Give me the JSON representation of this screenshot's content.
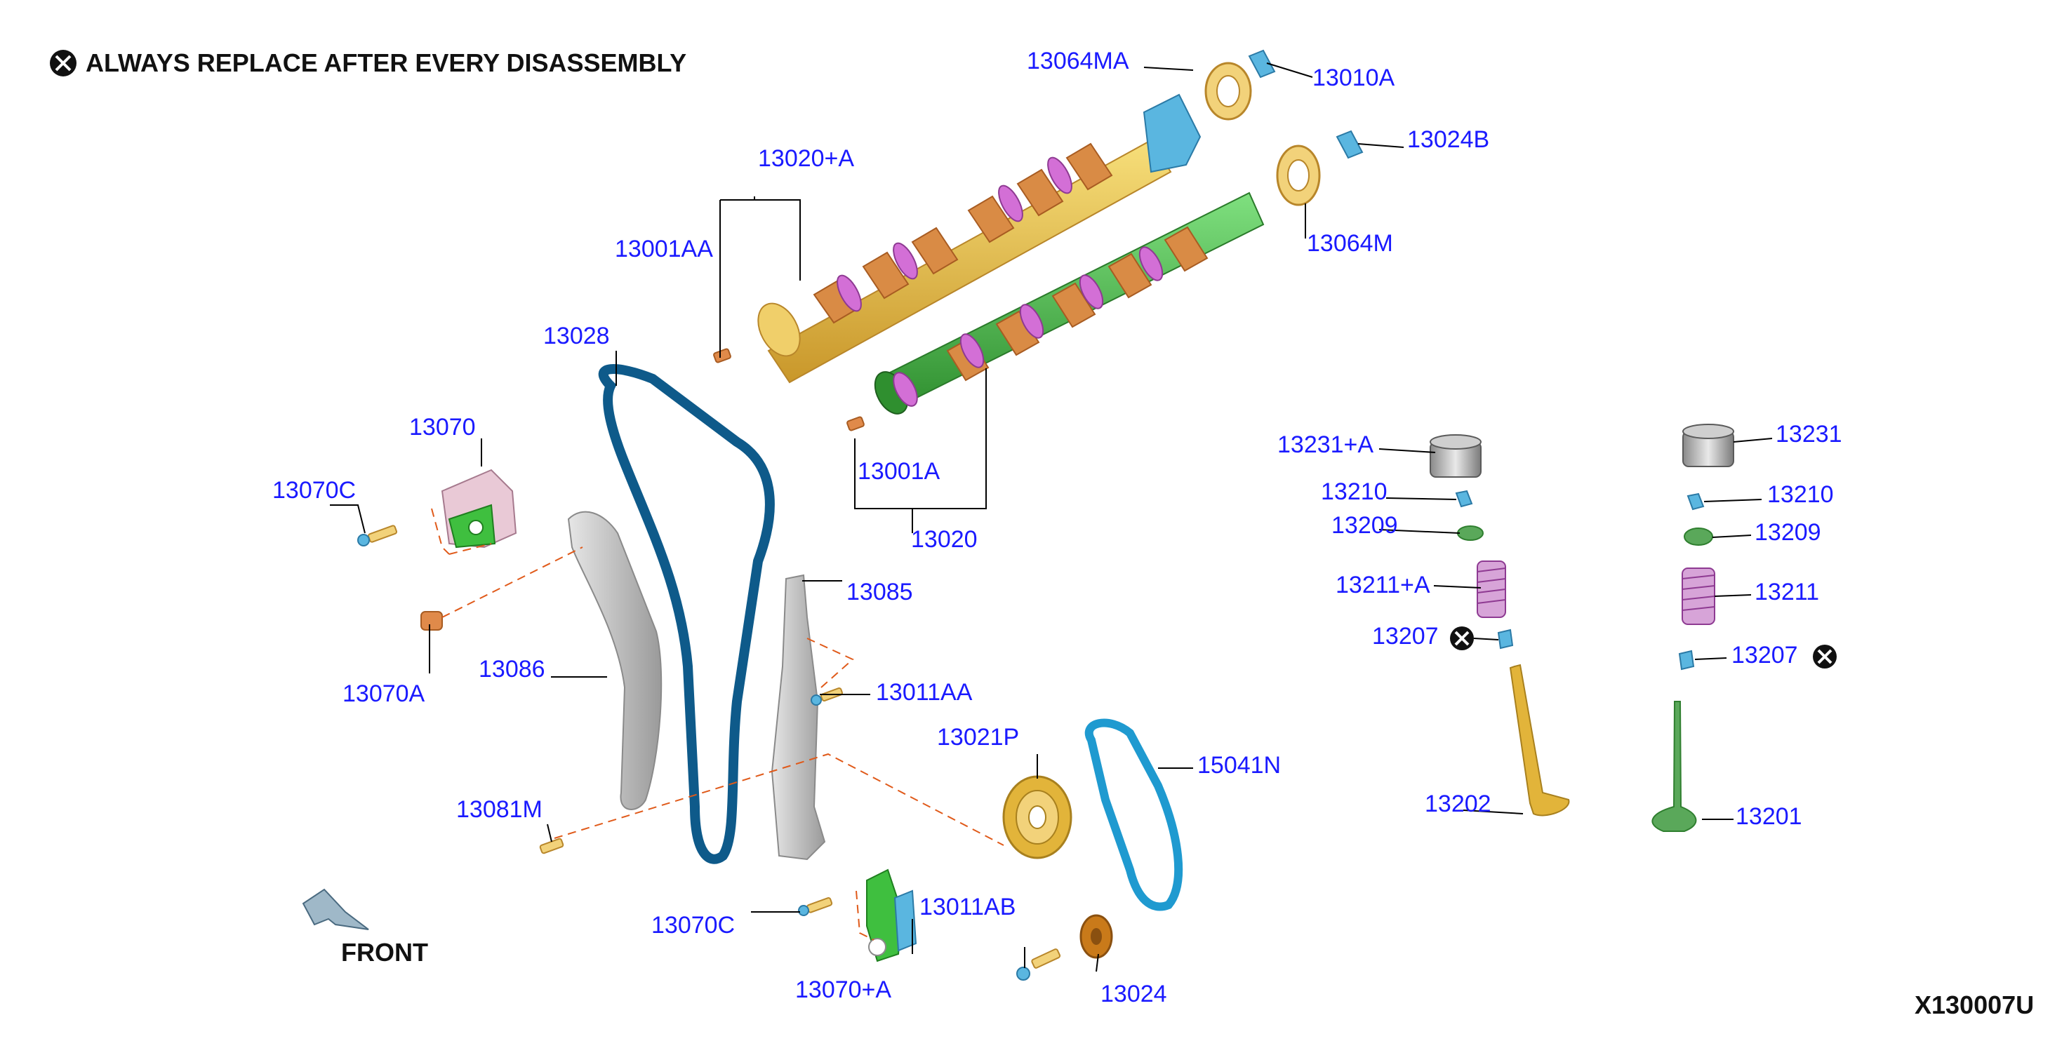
{
  "header": {
    "notice_text": "ALWAYS REPLACE AFTER EVERY DISASSEMBLY",
    "notice_icon": "circle-x-icon"
  },
  "footer": {
    "diagram_id": "X130007U"
  },
  "front_indicator": {
    "label": "FRONT",
    "icon": "front-arrow-icon"
  },
  "colors": {
    "label": "#1a1aff",
    "text": "#111111",
    "camshaft_gold": "#e2b43a",
    "camshaft_orange": "#d98b45",
    "lobe_pink": "#d36fd6",
    "green": "#3fbf3f",
    "chain_blue": "#0e5a8a",
    "chain_light": "#1f9ad0",
    "guide_grey": "#bfbfbf",
    "dash_orange": "#e05a1a"
  },
  "parts": {
    "p13064MA": "13064MA",
    "p13010A": "13010A",
    "p13024B": "13024B",
    "p13020A": "13020+A",
    "p13001AA": "13001AA",
    "p13064M": "13064M",
    "p13028": "13028",
    "p13070": "13070",
    "p13070C_top": "13070C",
    "p13001A": "13001A",
    "p13020": "13020",
    "p13085": "13085",
    "p13086": "13086",
    "p13070A": "13070A",
    "p13011AA": "13011AA",
    "p13021P": "13021P",
    "p15041N": "15041N",
    "p13081M": "13081M",
    "p13070C_bottom": "13070C",
    "p13011AB": "13011AB",
    "p13070A_plus": "13070+A",
    "p13024": "13024",
    "p13231A": "13231+A",
    "p13210_left": "13210",
    "p13209_left": "13209",
    "p13211A": "13211+A",
    "p13207_left": "13207",
    "p13202": "13202",
    "p13231": "13231",
    "p13210_right": "13210",
    "p13209_right": "13209",
    "p13211": "13211",
    "p13207_right": "13207",
    "p13201": "13201"
  }
}
